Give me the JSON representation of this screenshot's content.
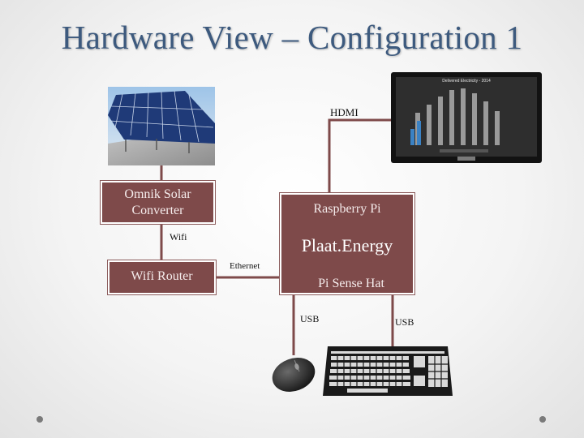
{
  "slide": {
    "title": "Hardware View – Configuration 1",
    "colors": {
      "title": "#3d5a7e",
      "box_fill": "#7e4a4a",
      "wire": "#7e4a4a"
    }
  },
  "nodes": {
    "solar_converter": "Omnik Solar Converter",
    "wifi_router": "Wifi Router",
    "raspberry_pi": {
      "title": "Raspberry Pi",
      "app": "Plaat.Energy",
      "addon": "Pi Sense Hat"
    }
  },
  "links": {
    "hdmi": "HDMI",
    "wifi": "Wifi",
    "ethernet": "Ethernet",
    "usb_mouse": "USB",
    "usb_keyboard": "USB"
  },
  "images": {
    "monitor_title": "Delivered Electricity - 2014"
  }
}
